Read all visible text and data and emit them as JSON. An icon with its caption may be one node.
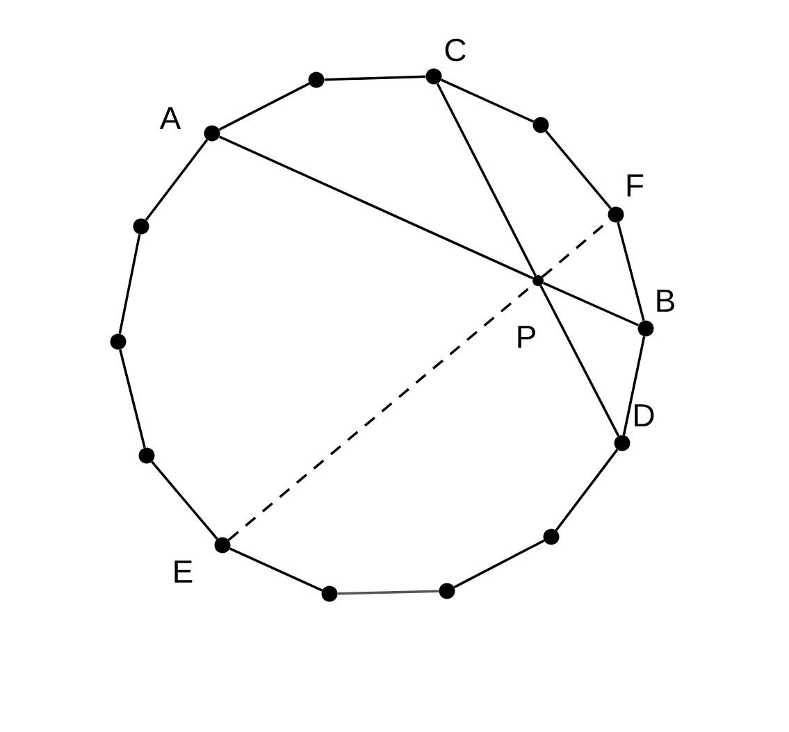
{
  "diagram": {
    "nodes": [
      {
        "text": [
          "A"
        ]
      },
      {
        "text": [],
        "shape": "circle"
      },
      {
        "text": [
          "C"
        ]
      },
      {
        "text": [],
        "shape": "circle"
      },
      {
        "text": [
          "F"
        ]
      },
      {
        "text": [
          "B"
        ]
      },
      {
        "text": [
          "D"
        ]
      },
      {
        "text": [],
        "shape": "circle"
      },
      {
        "text": [],
        "shape": "circle"
      },
      {
        "text": [],
        "shape": "circle"
      },
      {
        "text": [
          "E"
        ]
      },
      {
        "text": [],
        "shape": "circle"
      },
      {
        "text": [],
        "shape": "circle"
      },
      {
        "text": [],
        "shape": "circle"
      },
      {
        "text": [
          "P"
        ]
      }
    ],
    "edges": [
      {
        "from": 0,
        "to": 1,
        "arrow": "none"
      },
      {
        "from": 1,
        "to": 2,
        "arrow": "none"
      },
      {
        "from": 2,
        "to": 3,
        "arrow": "none"
      },
      {
        "from": 3,
        "to": 4,
        "arrow": "none"
      },
      {
        "from": 4,
        "to": 5,
        "arrow": "none"
      },
      {
        "from": 5,
        "to": 6,
        "arrow": "none"
      },
      {
        "from": 6,
        "to": 7,
        "arrow": "none"
      },
      {
        "from": 7,
        "to": 8,
        "arrow": "none"
      },
      {
        "from": 8,
        "to": 9,
        "arrow": "none",
        "color": "#555555"
      },
      {
        "from": 9,
        "to": 10,
        "arrow": "none"
      },
      {
        "from": 10,
        "to": 11,
        "arrow": "none"
      },
      {
        "from": 11,
        "to": 12,
        "arrow": "none"
      },
      {
        "from": 12,
        "to": 13,
        "arrow": "none"
      },
      {
        "from": 13,
        "to": 0,
        "arrow": "none"
      },
      {
        "from": 0,
        "to": 14,
        "arrow": "none"
      },
      {
        "from": 14,
        "to": 5,
        "arrow": "none"
      },
      {
        "from": 2,
        "to": 14,
        "arrow": "none"
      },
      {
        "from": 14,
        "to": 6,
        "arrow": "none"
      },
      {
        "from": 10,
        "to": 14,
        "arrow": "none",
        "style": "dashed"
      },
      {
        "from": 14,
        "to": 4,
        "arrow": "none",
        "style": "dashed"
      }
    ]
  }
}
